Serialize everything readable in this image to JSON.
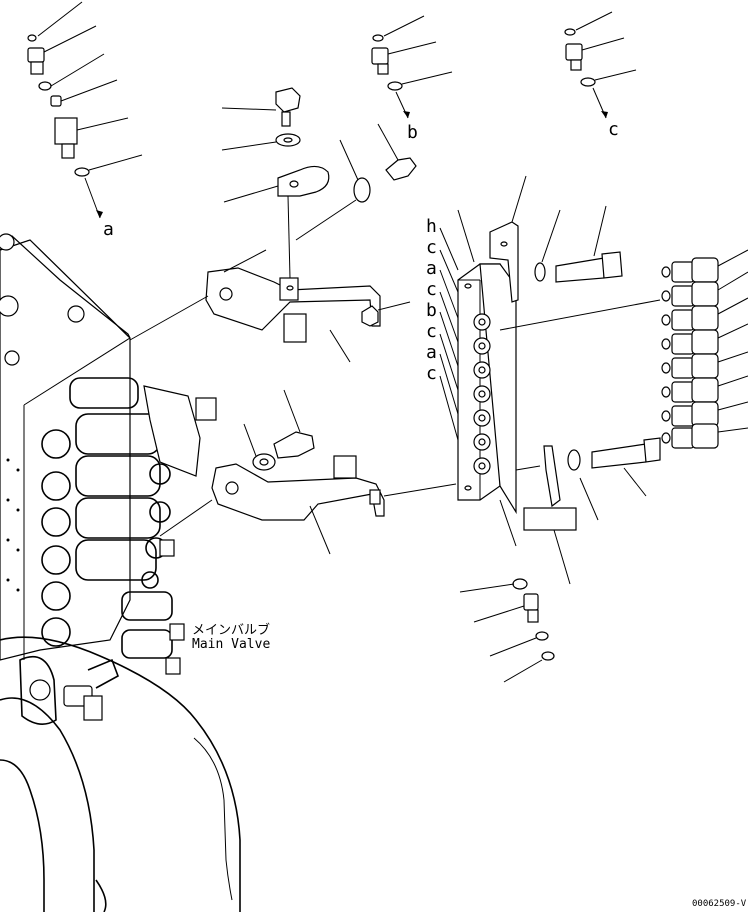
{
  "labels": {
    "a": "a",
    "b": "b",
    "c": "c",
    "column": [
      "h",
      "c",
      "a",
      "c",
      "b",
      "c",
      "a",
      "c"
    ]
  },
  "main_valve": {
    "label_jp": "メインバルブ",
    "label_en": "Main Valve"
  },
  "drawing_code": "00062509-V"
}
